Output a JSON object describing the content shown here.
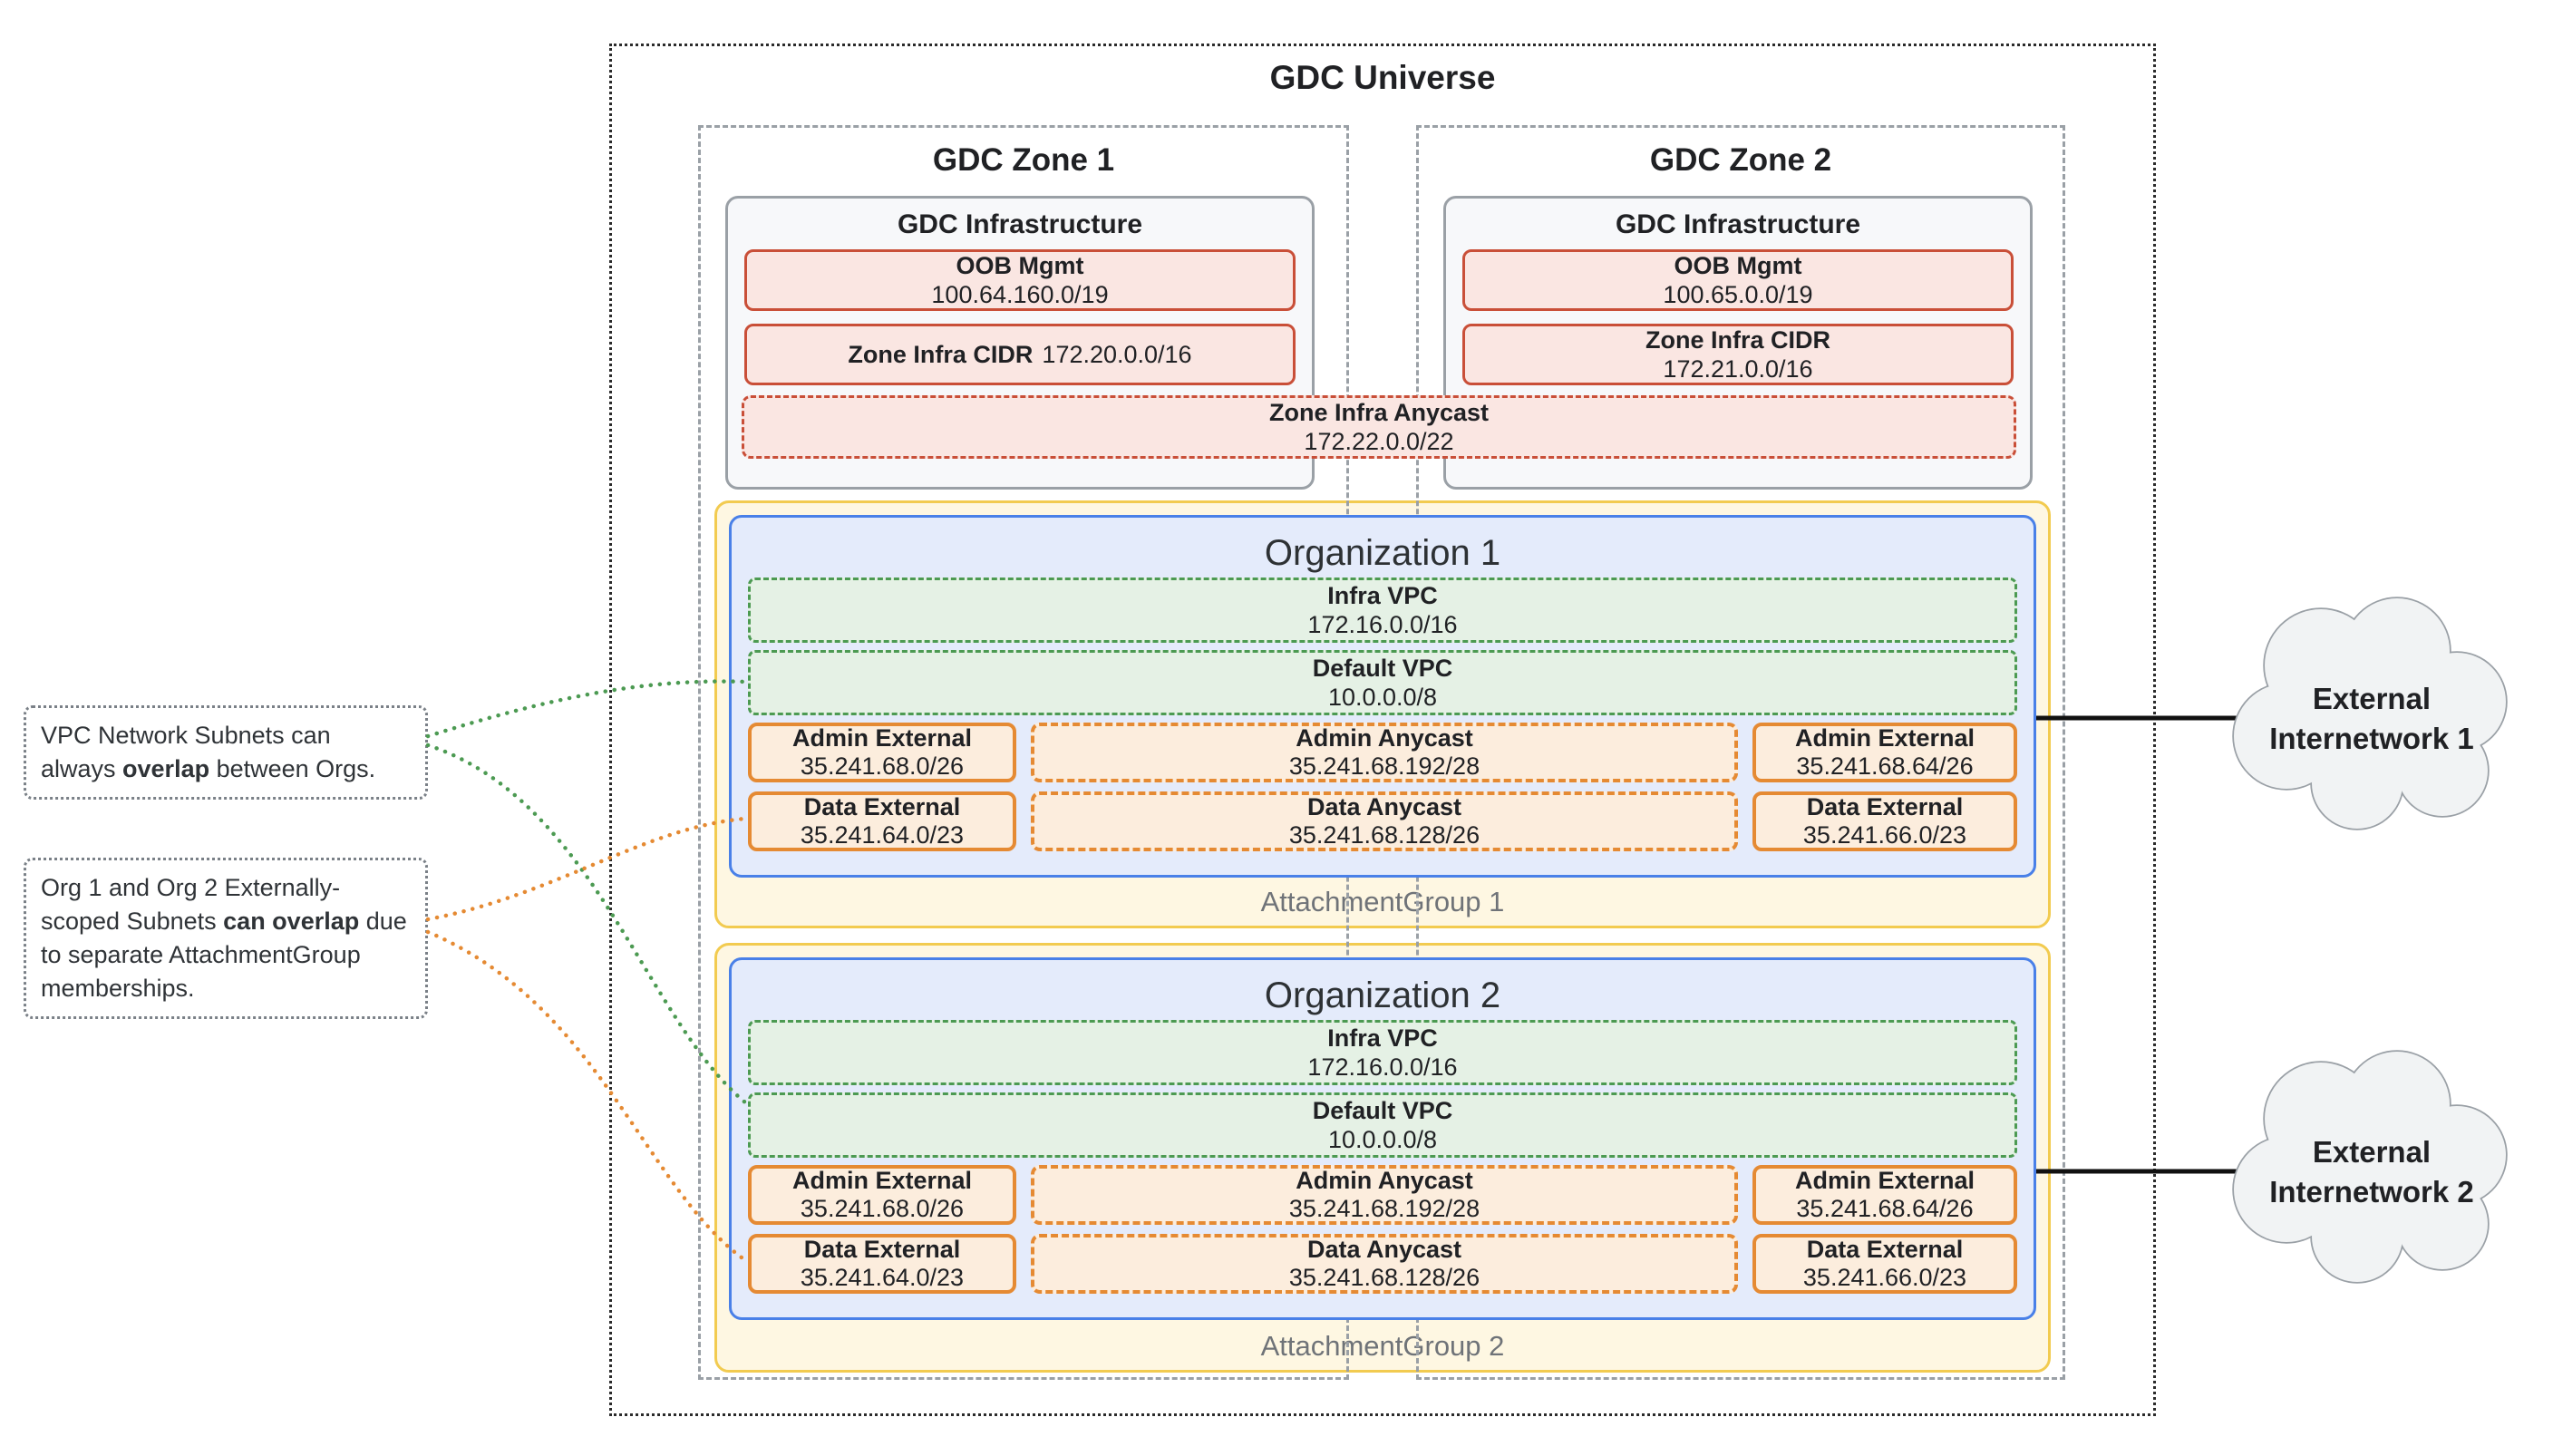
{
  "universe": {
    "title": "GDC Universe"
  },
  "zones": [
    {
      "title": "GDC Zone 1",
      "infrastructure": {
        "title": "GDC Infrastructure",
        "boxes": [
          {
            "label": "OOB Mgmt",
            "cidr": "100.64.160.0/19"
          },
          {
            "label": "Zone Infra CIDR",
            "cidr": "172.20.0.0/16"
          }
        ]
      }
    },
    {
      "title": "GDC Zone 2",
      "infrastructure": {
        "title": "GDC Infrastructure",
        "boxes": [
          {
            "label": "OOB Mgmt",
            "cidr": "100.65.0.0/19"
          },
          {
            "label": "Zone Infra CIDR",
            "cidr": "172.21.0.0/16"
          }
        ]
      }
    }
  ],
  "anycast": {
    "label": "Zone Infra Anycast",
    "cidr": "172.22.0.0/22"
  },
  "attachment_groups": [
    {
      "label": "AttachmentGroup 1",
      "organization": {
        "title": "Organization 1",
        "vpcs": [
          {
            "label": "Infra VPC",
            "cidr": "172.16.0.0/16"
          },
          {
            "label": "Default VPC",
            "cidr": "10.0.0.0/8"
          }
        ],
        "subnet_rows": [
          {
            "left": {
              "label": "Admin External",
              "cidr": "35.241.68.0/26"
            },
            "center": {
              "label": "Admin Anycast",
              "cidr": "35.241.68.192/28"
            },
            "right": {
              "label": "Admin External",
              "cidr": "35.241.68.64/26"
            }
          },
          {
            "left": {
              "label": "Data External",
              "cidr": "35.241.64.0/23"
            },
            "center": {
              "label": "Data Anycast",
              "cidr": "35.241.68.128/26"
            },
            "right": {
              "label": "Data External",
              "cidr": "35.241.66.0/23"
            }
          }
        ]
      }
    },
    {
      "label": "AttachmentGroup 2",
      "organization": {
        "title": "Organization 2",
        "vpcs": [
          {
            "label": "Infra VPC",
            "cidr": "172.16.0.0/16"
          },
          {
            "label": "Default VPC",
            "cidr": "10.0.0.0/8"
          }
        ],
        "subnet_rows": [
          {
            "left": {
              "label": "Admin External",
              "cidr": "35.241.68.0/26"
            },
            "center": {
              "label": "Admin Anycast",
              "cidr": "35.241.68.192/28"
            },
            "right": {
              "label": "Admin External",
              "cidr": "35.241.68.64/26"
            }
          },
          {
            "left": {
              "label": "Data External",
              "cidr": "35.241.64.0/23"
            },
            "center": {
              "label": "Data Anycast",
              "cidr": "35.241.68.128/26"
            },
            "right": {
              "label": "Data External",
              "cidr": "35.241.66.0/23"
            }
          }
        ]
      }
    }
  ],
  "annotations": [
    {
      "pre": "VPC Network Subnets can always ",
      "bold": "overlap",
      "post": " between Orgs."
    },
    {
      "pre": "Org 1 and Org 2 Externally-scoped Subnets ",
      "bold": "can overlap",
      "post": " due to separate AttachmentGroup memberships."
    }
  ],
  "clouds": [
    {
      "line1": "External",
      "line2": "Internetwork 1"
    },
    {
      "line1": "External",
      "line2": "Internetwork 2"
    }
  ],
  "colors": {
    "red_border": "#C94F38",
    "red_bg": "#FAE6E2",
    "green_border": "#4C9A52",
    "green_bg": "#E5F1E5",
    "orange_border": "#E58A33",
    "orange_bg": "#FCEDDD",
    "blue_border": "#4980E8",
    "blue_bg": "#E4EBFB",
    "yellow_border": "#F2CB50",
    "yellow_bg": "#FEF7E2",
    "gray_border": "#9AA0A6",
    "cloud_bg": "#F1F3F4",
    "connector_green": "#4C9A52",
    "connector_orange": "#E58A33"
  }
}
